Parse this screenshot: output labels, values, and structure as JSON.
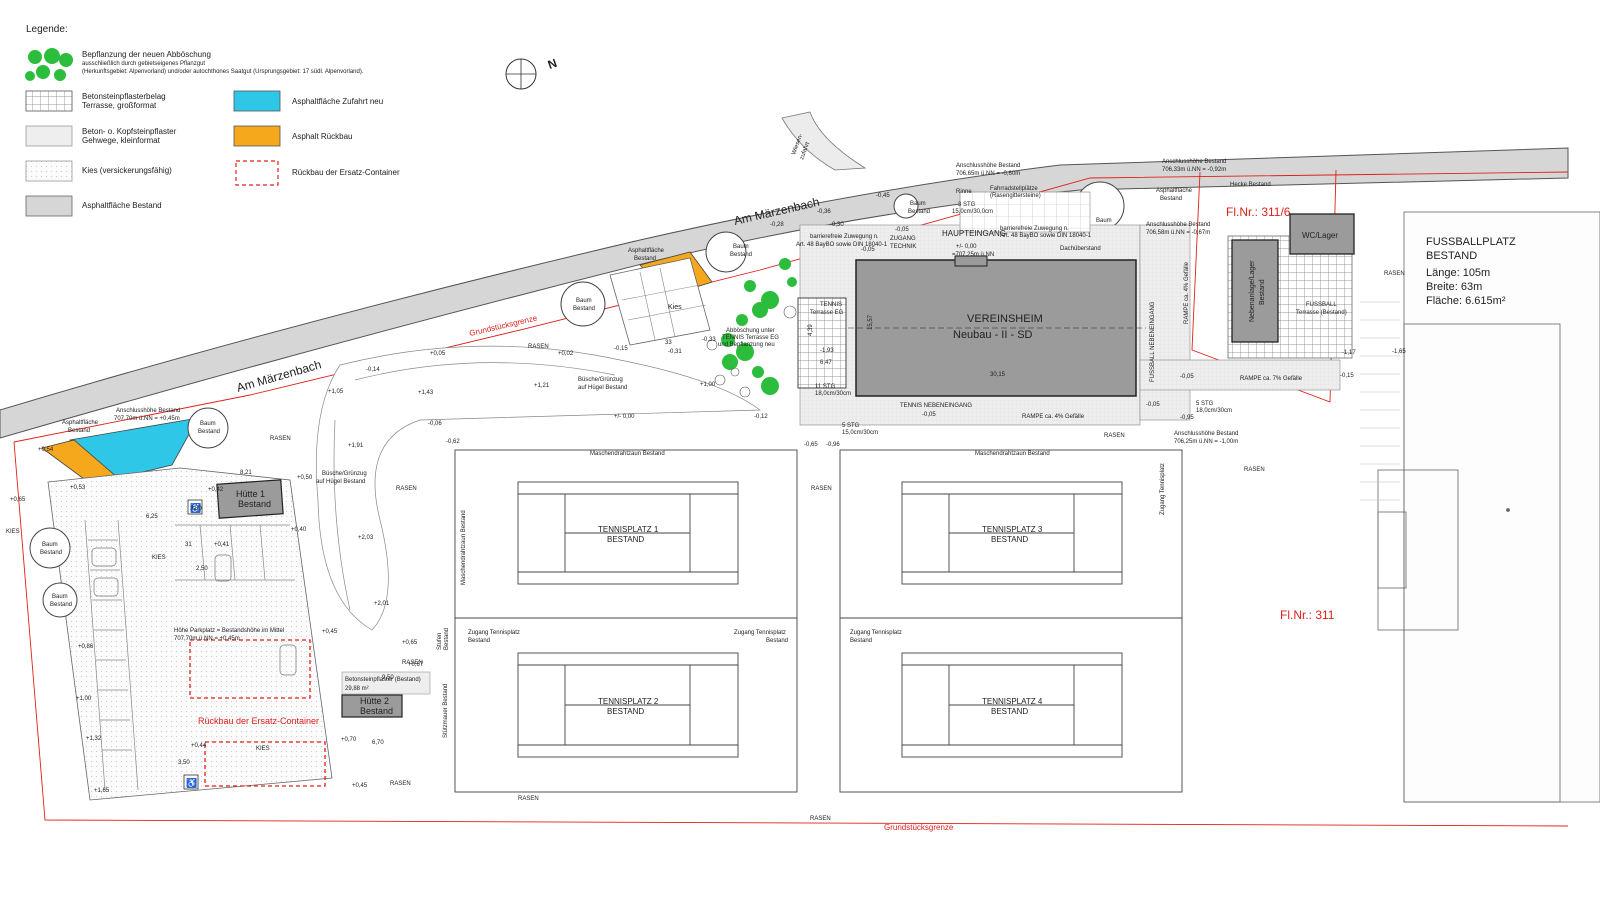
{
  "legend": {
    "title": "Legende:",
    "items": [
      {
        "label": "Bepflanzung der neuen Abböschung",
        "sub1": "ausschließlich durch gebietseigenes Pflanzgut",
        "sub2": "(Herkunftsgebiet: Alpenvorland) und/oder autochthones Saatgut (Ursprungsgebiet: 17 südl. Alpenvorland)."
      },
      {
        "label": "Betonsteinpflasterbelag",
        "sub1": "Terrasse, großformat"
      },
      {
        "label": "Beton- o. Kopfsteinpflaster",
        "sub1": "Gehwege, kleinformat"
      },
      {
        "label": "Kies (versickerungsfähig)"
      },
      {
        "label": "Asphaltfläche Bestand"
      },
      {
        "label": "Asphaltfläche Zufahrt neu"
      },
      {
        "label": "Asphalt Rückbau"
      },
      {
        "label": "Rückbau der Ersatz-Container"
      }
    ],
    "colors": {
      "planting": "#2dbd3c",
      "asphalt_new": "#2ec7e8",
      "asphalt_removal": "#f5a81c",
      "asphalt_existing": "#d6d6d6",
      "removal_line": "#e0201a"
    }
  },
  "north": {
    "label": "N"
  },
  "streets": {
    "street1": "Am Märzenbach",
    "street2": "Am Märzenbach",
    "wiesen": "Wiesen-",
    "zufahrt": "zufahrt"
  },
  "building": {
    "name": "VEREINSHEIM",
    "sub": "Neubau - II - SD",
    "haupteingang": "HAUPTEINGANG",
    "nebeneingang": "TENNIS NEBENEINGANG",
    "zugang_technik_1": "ZUGANG",
    "zugang_technik_2": "TECHNIK",
    "dachuberstand": "Dachüberstand",
    "fussball_nebeneingang": "FUSSBALL NEBENEINGANG",
    "tennis_terrasse_1": "TENNIS",
    "tennis_terrasse_2": "Terrasse EG",
    "dim_3015": "30,15",
    "dim_1557": "15,57",
    "dim_647": "6,47",
    "dim_193": "-1,93",
    "dim_439": "4,39"
  },
  "fields": {
    "tennis1": "TENNISPLATZ 1",
    "tennis2": "TENNISPLATZ 2",
    "tennis3": "TENNISPLATZ 3",
    "tennis4": "TENNISPLATZ 4",
    "bestand": "BESTAND",
    "fence1": "Maschendrahtzaun Bestand",
    "fence2": "Maschendrahtzaun Bestand",
    "fence3": "Maschendrahtzaun Bestand",
    "zugang": "Zugang Tennisplatz",
    "zugang_bestand": "Bestand"
  },
  "football": {
    "title": "FUSSBALLPLATZ",
    "sub": "BESTAND",
    "laenge": "Länge:  105m",
    "breite": "Breite:  63m",
    "flaeche": "Fläche:  6.615m²"
  },
  "parcels": {
    "p3116": "Fl.Nr.: 311/6",
    "p311": "Fl.Nr.: 311",
    "grenze1": "Grundstücksgrenze",
    "grenze2": "Grundstücksgrenze"
  },
  "side_buildings": {
    "wc": "WC/Lager",
    "neben_1": "Nebenanlage/Lager",
    "neben_2": "Bestand",
    "fussball_terrasse_1": "FUSSBALL",
    "fussball_terrasse_2": "Terrasse (Bestand)",
    "hecke": "Hecke Bestand",
    "huette1_1": "Hütte 1",
    "huette1_2": "Bestand",
    "huette2_1": "Hütte 2",
    "huette2_2": "Bestand",
    "kies_box": "Kies"
  },
  "labels": {
    "rasen": "RASEN",
    "kies": "KIES",
    "baum": "Baum",
    "bestand": "Bestand",
    "asphalt": "Asphaltfläche",
    "asphalt_bestand": "Bestand",
    "anschluss": "Anschlusshöhe Bestand",
    "a1": "707,70m ü.NN = +0,45m",
    "a2": "706,65m ü.NN = -0,60m",
    "a3": "706,33m ü.NN = -0,92m",
    "a4": "706,58m ü.NN = -0,67m",
    "a5": "706,25m ü.NN = -1,00m",
    "buesche_1": "Büsche/Grünzug",
    "buesche_2": "auf Hügel Bestand",
    "abb_1": "Abböschung unter",
    "abb_2": "TENNIS Terrasse EG",
    "abb_3": "und Bepflanzung neu",
    "rampe1": "RAMPE ca. 4% Gefälle",
    "rampe2": "RAMPE ca. 7% Gefälle",
    "rampe3": "RAMPE ca. 4% Gefälle",
    "fahrrad_1": "Fahrradstellplätze",
    "fahrrad_2": "(Rasengittersteine)",
    "barr_1": "barrierefreie Zuwegung n.",
    "barr_2": "Art. 48 BayBO sowie DIN 18040-1",
    "stg3": "3 STG",
    "stg3b": "15,0cm/30,0cm",
    "stg11": "11 STG",
    "stg11b": "18,0cm/30cm",
    "stg5": "5 STG",
    "stg5b": "15,0cm/30cm",
    "stg5r": "5 STG",
    "stg5rb": "18,0cm/30cm",
    "parkhoehe_1": "Höhe Parkplatz = Bestandshöhe im Mittel",
    "parkhoehe_2": "707,70m ü.NN = +0,45m",
    "rueckbau_text": "Rückbau der Ersatz-Container",
    "beton_1": "Betonsteinpflaster (Bestand)",
    "beton_2": "29,88 m²",
    "stufen": "Stufen",
    "stufen_b": "Bestand",
    "stuetz": "Stützmauer Bestand",
    "zugang_tennis_v": "Zugang Tennisplatz",
    "rinne": "Rinne",
    "d_821": "8,21",
    "d_625": "6,25",
    "d_350": "3,50",
    "d_250": "2,50",
    "d_950": "9,50",
    "d_670": "6,70",
    "d_350b": "3,50",
    "d_31": "31",
    "d_33": "33",
    "h_054": "+0,54",
    "h_053": "+0,53",
    "h_065": "+0,65",
    "h_042": "+0,42",
    "h_040": "+0,40",
    "h_041": "+0,41",
    "h_050": "+0,50",
    "h_045": "+0,45",
    "h_067": "+0,67",
    "h_065b": "+0,65",
    "h_086": "+0,86",
    "h_100": "+1,00",
    "h_132": "+1,32",
    "h_165": "+1,65",
    "h_044": "+0,44",
    "h_070": "+0,70",
    "h_045b": "+0,45",
    "h_143": "+1,43",
    "h_191": "+1,91",
    "h_203": "+2,03",
    "h_201": "+2,01",
    "h_121": "+1,21",
    "h_105": "+1,05",
    "h_n062": "-0,62",
    "h_n006": "-0,06",
    "h_n014": "-0,14",
    "h_n005": "+0,05",
    "h_n002": "+0,02",
    "h_n015": "-0,15",
    "h_n031": "-0,31",
    "h_n033": "-0,33",
    "h_100b": "+1,00",
    "h_000": "+/- 0,00",
    "h_n012": "-0,12",
    "h_n065": "-0,65",
    "h_n096": "-0,96",
    "h_n028": "-0,28",
    "h_n030": "-0,30",
    "h_n036": "-0,36",
    "h_n045": "-0,45",
    "h_n005b": "-0,05",
    "h_n005c": "-0,05",
    "h_pm0": "+/- 0,00",
    "h_707": "=707,25m ü.NN",
    "h_n117": "-1,17",
    "h_n165": "-1,65",
    "h_n015b": "-0,15",
    "h_n005d": "-0,05",
    "h_n005e": "-0,05",
    "h_n095": "-0,95",
    "h_n005f": "-0,05"
  }
}
